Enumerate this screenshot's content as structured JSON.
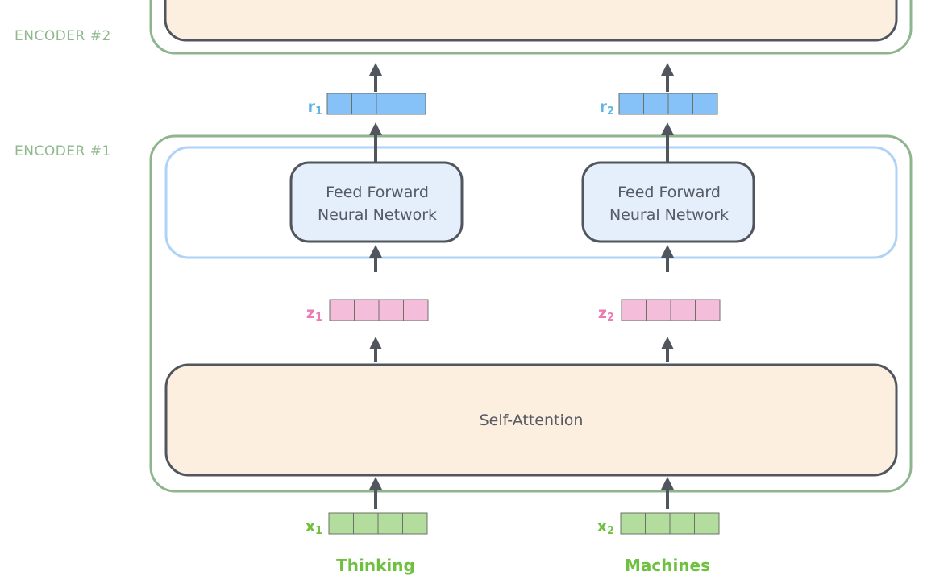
{
  "encoders": [
    {
      "label": "ENCODER #2"
    },
    {
      "label": "ENCODER #1",
      "ffnn_label_line1": "Feed Forward",
      "ffnn_label_line2": "Neural Network",
      "self_attention_label": "Self-Attention"
    }
  ],
  "columns": [
    {
      "word": "Thinking",
      "x": "x",
      "x_sub": "1",
      "z": "z",
      "z_sub": "1",
      "r": "r",
      "r_sub": "1"
    },
    {
      "word": "Machines",
      "x": "x",
      "x_sub": "2",
      "z": "z",
      "z_sub": "2",
      "r": "r",
      "r_sub": "2"
    }
  ],
  "vector_cells": 4,
  "colors": {
    "encoder_border": "#8fb58f",
    "ffnn_group_border": "#aed3f7",
    "ffnn_fill": "#e4effb",
    "self_attention_fill": "#fcefe0",
    "box_border": "#50555e",
    "x_vector": "#b3dd9c",
    "z_vector": "#f4bedb",
    "r_vector": "#86c1f8",
    "x_label": "#6fc041",
    "z_label": "#eb7bb0",
    "r_label": "#5eb5e6"
  }
}
